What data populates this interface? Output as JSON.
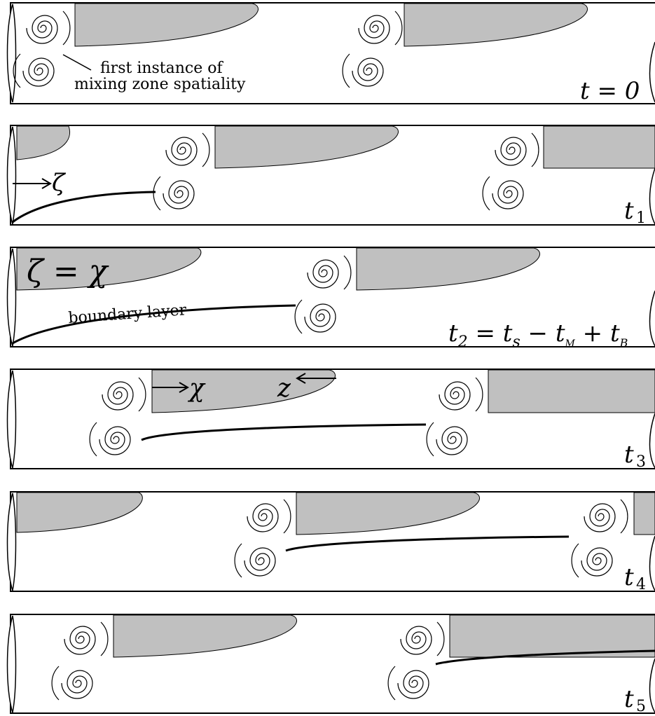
{
  "panels": [
    {
      "time_label": "t = 0"
    },
    {
      "time_label": "t",
      "time_sub": "1"
    },
    {
      "time_label": "t",
      "time_sub": "2",
      "time_rest": " = t",
      "time_sub2": "s",
      "time_rest2": " − t",
      "time_sub3": "M",
      "time_rest3": " + t",
      "time_sub4": "B"
    },
    {
      "time_label": "t",
      "time_sub": "3"
    },
    {
      "time_label": "t",
      "time_sub": "4"
    },
    {
      "time_label": "t",
      "time_sub": "5"
    }
  ],
  "annotations": {
    "first_instance_line1": "first instance of",
    "first_instance_line2": "mixing zone spatiality",
    "zeta_arrow": "ζ",
    "zeta_eq_chi": "ζ = χ",
    "boundary_layer": "boundary layer",
    "chi_arrow": "χ",
    "z_arrow": "z"
  },
  "colors": {
    "shaded": "#c0c0c0",
    "stroke": "#000000",
    "background": "#ffffff"
  }
}
